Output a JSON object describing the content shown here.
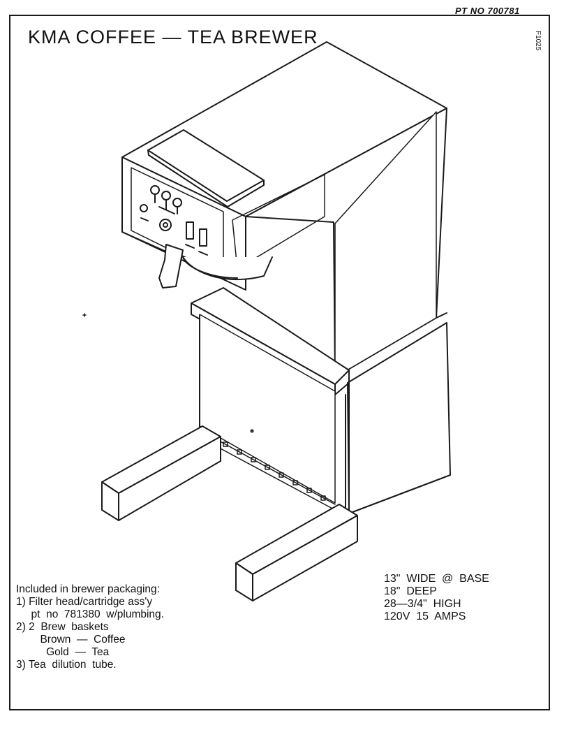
{
  "header": {
    "part_number": "PT NO 700781",
    "title": "KMA COFFEE — TEA BREWER",
    "drawing_code": "F1025"
  },
  "notes": {
    "heading": "Included in brewer packaging:",
    "items": [
      "1) Filter head/cartridge ass'y",
      "     pt  no  781380  w/plumbing.",
      "2) 2  Brew  baskets",
      "        Brown  —  Coffee",
      "          Gold  —  Tea",
      "3) Tea  dilution  tube."
    ]
  },
  "specs": [
    "13\"  WIDE  @  BASE",
    "18\"  DEEP",
    "28—3/4\"  HIGH",
    "120V  15  AMPS"
  ]
}
